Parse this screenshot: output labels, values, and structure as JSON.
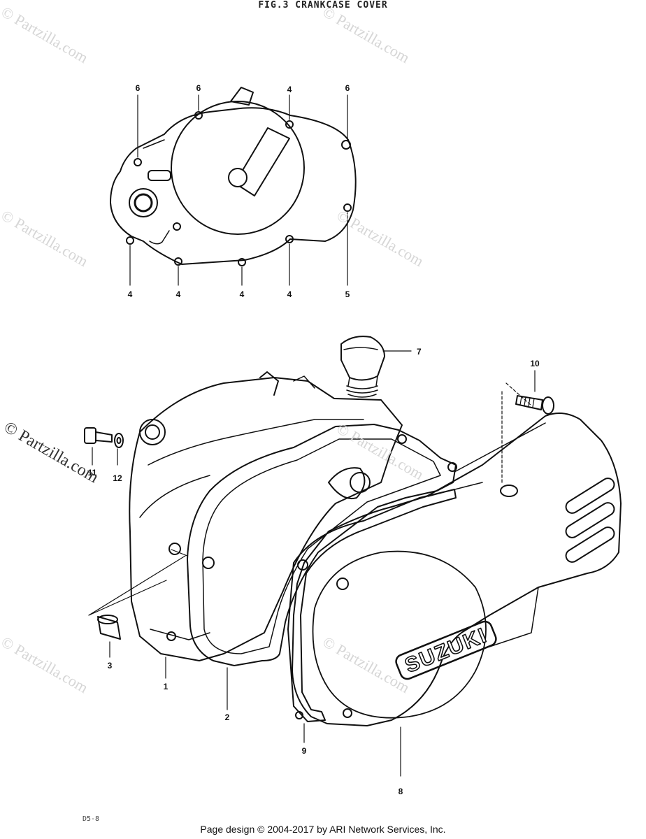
{
  "figure": {
    "title": "FIG.3  CRANKCASE COVER",
    "drawing_code": "D5-8",
    "brand_lettering": "SUZUKI"
  },
  "callouts": {
    "top": [
      "6",
      "6",
      "4",
      "6",
      "4",
      "4",
      "4",
      "4",
      "5"
    ],
    "bottom": [
      "7",
      "10",
      "11",
      "12",
      "3",
      "1",
      "2",
      "9",
      "8"
    ]
  },
  "watermark": "© Partzilla.com",
  "footer": "Page design © 2004-2017 by ARI Network Services, Inc."
}
